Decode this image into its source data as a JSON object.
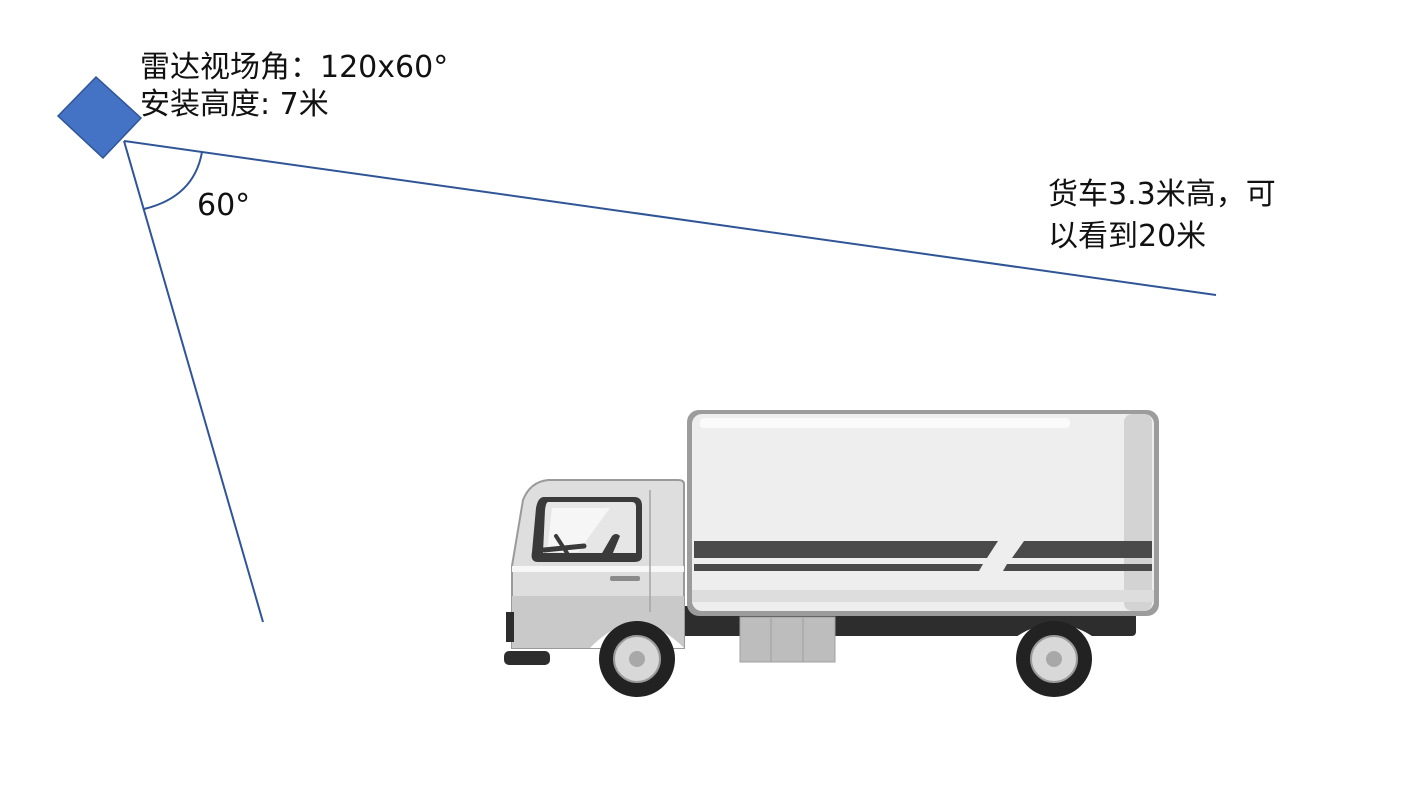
{
  "radar": {
    "fov_line": "雷达视场角：120x60°",
    "height_line": "安装高度: 7米",
    "color": "#4472C4"
  },
  "angle": {
    "label": "60°"
  },
  "truck_note": {
    "line1": "货车3.3米高，可",
    "line2": "以看到20米"
  },
  "colors": {
    "ray": "#2F5597",
    "truck_body": "#EDEDED",
    "truck_stripe": "#4A4A4A"
  },
  "icons": [
    "radar-sensor-icon",
    "truck-icon"
  ]
}
